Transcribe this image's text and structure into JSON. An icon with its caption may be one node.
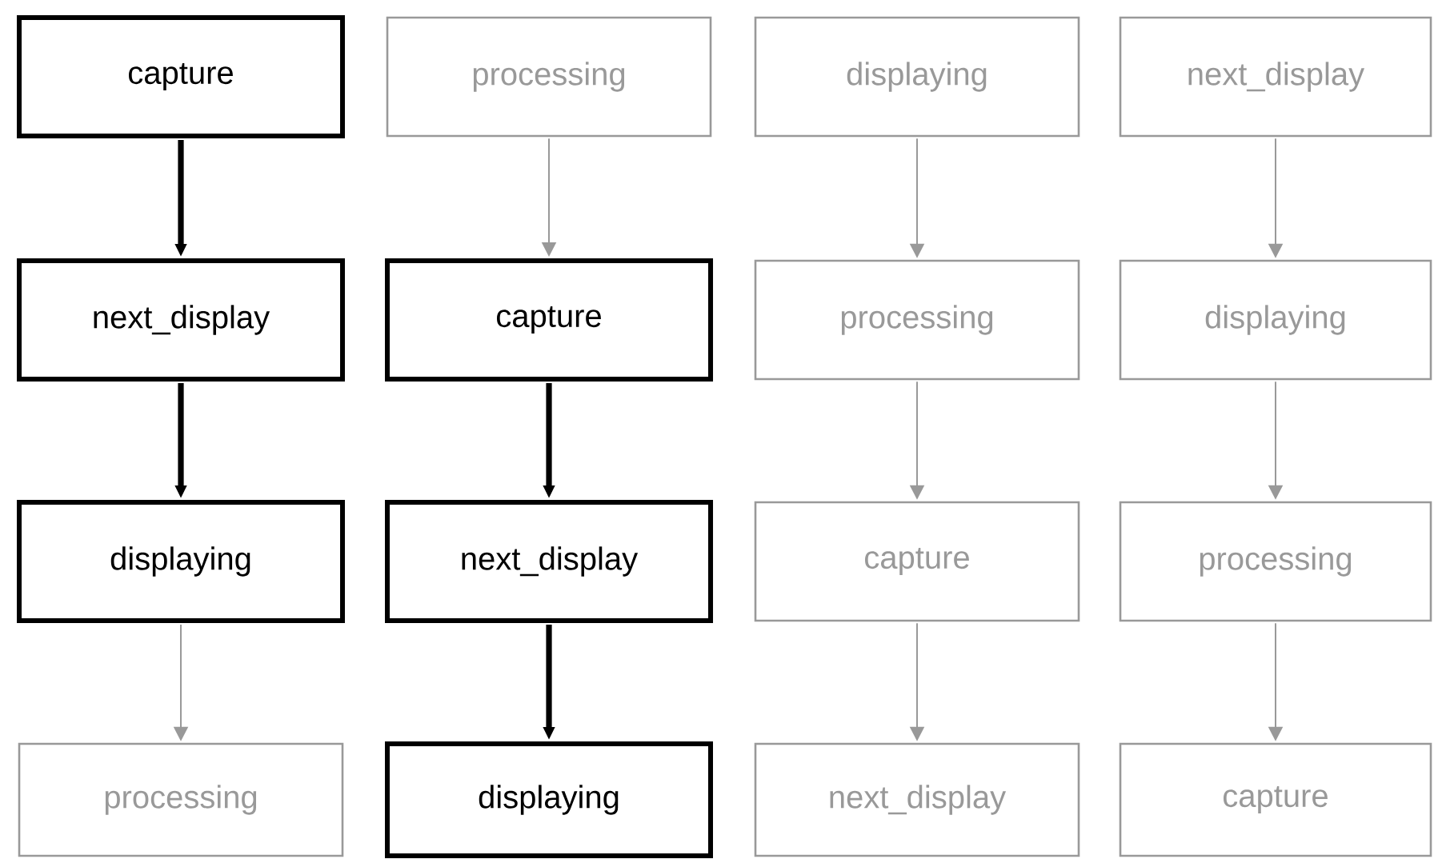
{
  "diagram": {
    "nodes": [
      {
        "text": [
          "capture"
        ]
      },
      {
        "text": [
          "next_display"
        ]
      },
      {
        "text": [
          "displaying"
        ]
      },
      {
        "text": [
          "processing"
        ]
      },
      {
        "text": [
          "processing"
        ]
      },
      {
        "text": [
          "capture"
        ]
      },
      {
        "text": [
          "next_display"
        ]
      },
      {
        "text": [
          "displaying"
        ]
      },
      {
        "text": [
          "displaying"
        ]
      },
      {
        "text": [
          "processing"
        ]
      },
      {
        "text": [
          "capture"
        ]
      },
      {
        "text": [
          "next_display"
        ]
      },
      {
        "text": [
          "next_display"
        ]
      },
      {
        "text": [
          "displaying"
        ]
      },
      {
        "text": [
          "processing"
        ]
      },
      {
        "text": [
          "capture"
        ]
      }
    ],
    "edges": [
      {
        "from": 0,
        "to": 1,
        "arrow": "to",
        "style": "thick",
        "color": "#000000"
      },
      {
        "from": 1,
        "to": 2,
        "arrow": "to",
        "style": "thick",
        "color": "#000000"
      },
      {
        "from": 2,
        "to": 3,
        "arrow": "to"
      },
      {
        "from": 4,
        "to": 5,
        "arrow": "to"
      },
      {
        "from": 5,
        "to": 6,
        "arrow": "to",
        "style": "thick",
        "color": "#000000"
      },
      {
        "from": 6,
        "to": 7,
        "arrow": "to",
        "style": "thick",
        "color": "#000000"
      },
      {
        "from": 8,
        "to": 9,
        "arrow": "to"
      },
      {
        "from": 9,
        "to": 10,
        "arrow": "to"
      },
      {
        "from": 10,
        "to": 11,
        "arrow": "to"
      },
      {
        "from": 12,
        "to": 13,
        "arrow": "to"
      },
      {
        "from": 13,
        "to": 14,
        "arrow": "to"
      },
      {
        "from": 14,
        "to": 15,
        "arrow": "to"
      }
    ]
  }
}
